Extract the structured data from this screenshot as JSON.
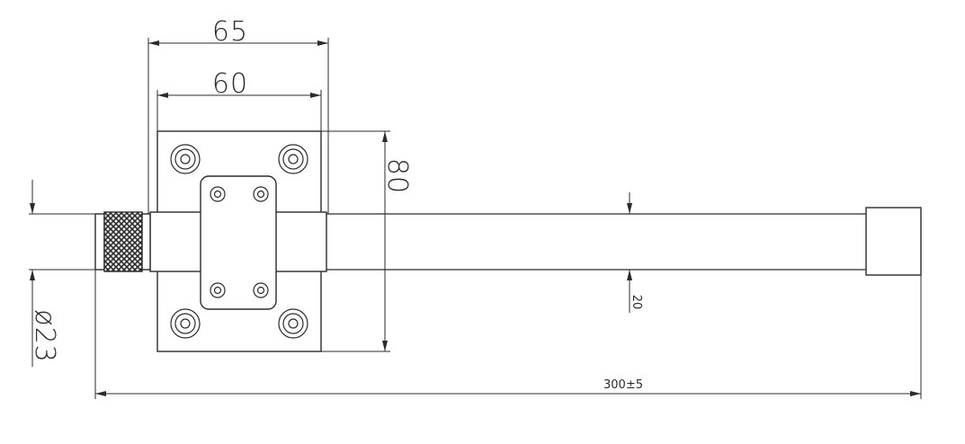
{
  "dimensions": {
    "mount_outer_width": "65",
    "mount_inner_width": "60",
    "mount_height": "80",
    "connector_diameter": "ø23",
    "rod_diameter": "20",
    "total_length": "300±5"
  },
  "colors": {
    "line": "#2b2b2b",
    "background": "#ffffff"
  }
}
